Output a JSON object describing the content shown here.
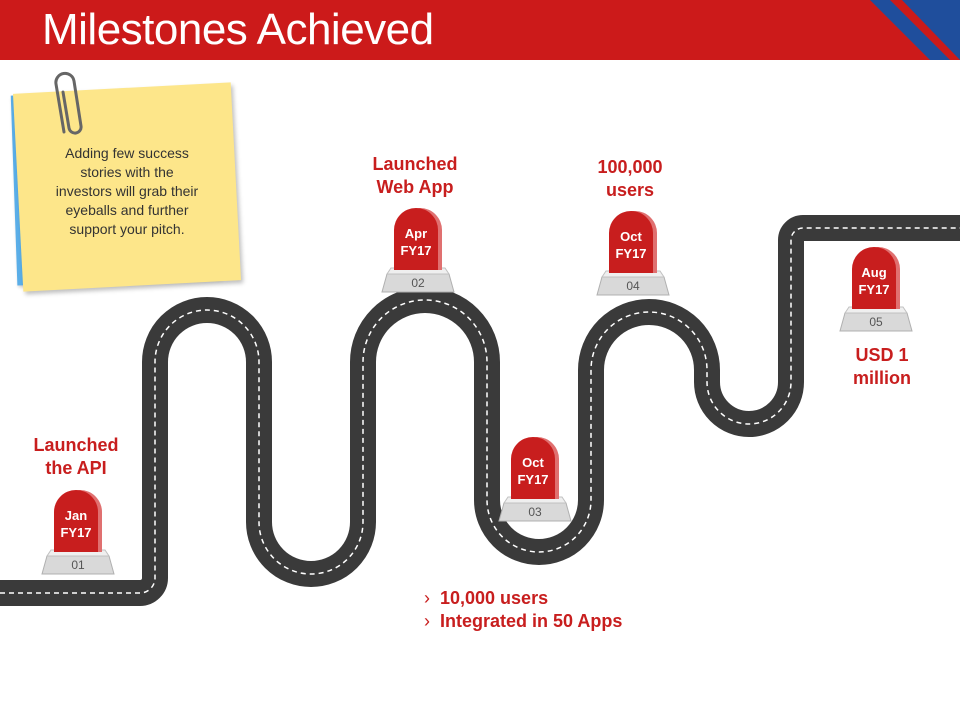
{
  "header": {
    "title": "Milestones Achieved"
  },
  "colors": {
    "accent_red": "#cc1a1a",
    "accent_blue": "#1f4e9c",
    "road": "#3a3a3a",
    "note_yellow": "#fde68a",
    "note_blue": "#5aaee8"
  },
  "note": {
    "text_lines": [
      "Adding few success",
      "stories with the",
      "investors will grab their",
      "eyeballs and further",
      "support your pitch."
    ]
  },
  "milestones": [
    {
      "month": "Jan",
      "year": "FY17",
      "number": "01",
      "label_lines": [
        "Launched",
        "the API"
      ]
    },
    {
      "month": "Apr",
      "year": "FY17",
      "number": "02",
      "label_lines": [
        "Launched",
        "Web App"
      ]
    },
    {
      "month": "Oct",
      "year": "FY17",
      "number": "03",
      "label_lines": []
    },
    {
      "month": "Oct",
      "year": "FY17",
      "number": "04",
      "label_lines": [
        "100,000",
        "users"
      ]
    },
    {
      "month": "Aug",
      "year": "FY17",
      "number": "05",
      "label_lines": [
        "USD 1",
        "million"
      ]
    }
  ],
  "bullets": [
    "10,000 users",
    "Integrated in 50 Apps"
  ],
  "bullet_marker": "›"
}
